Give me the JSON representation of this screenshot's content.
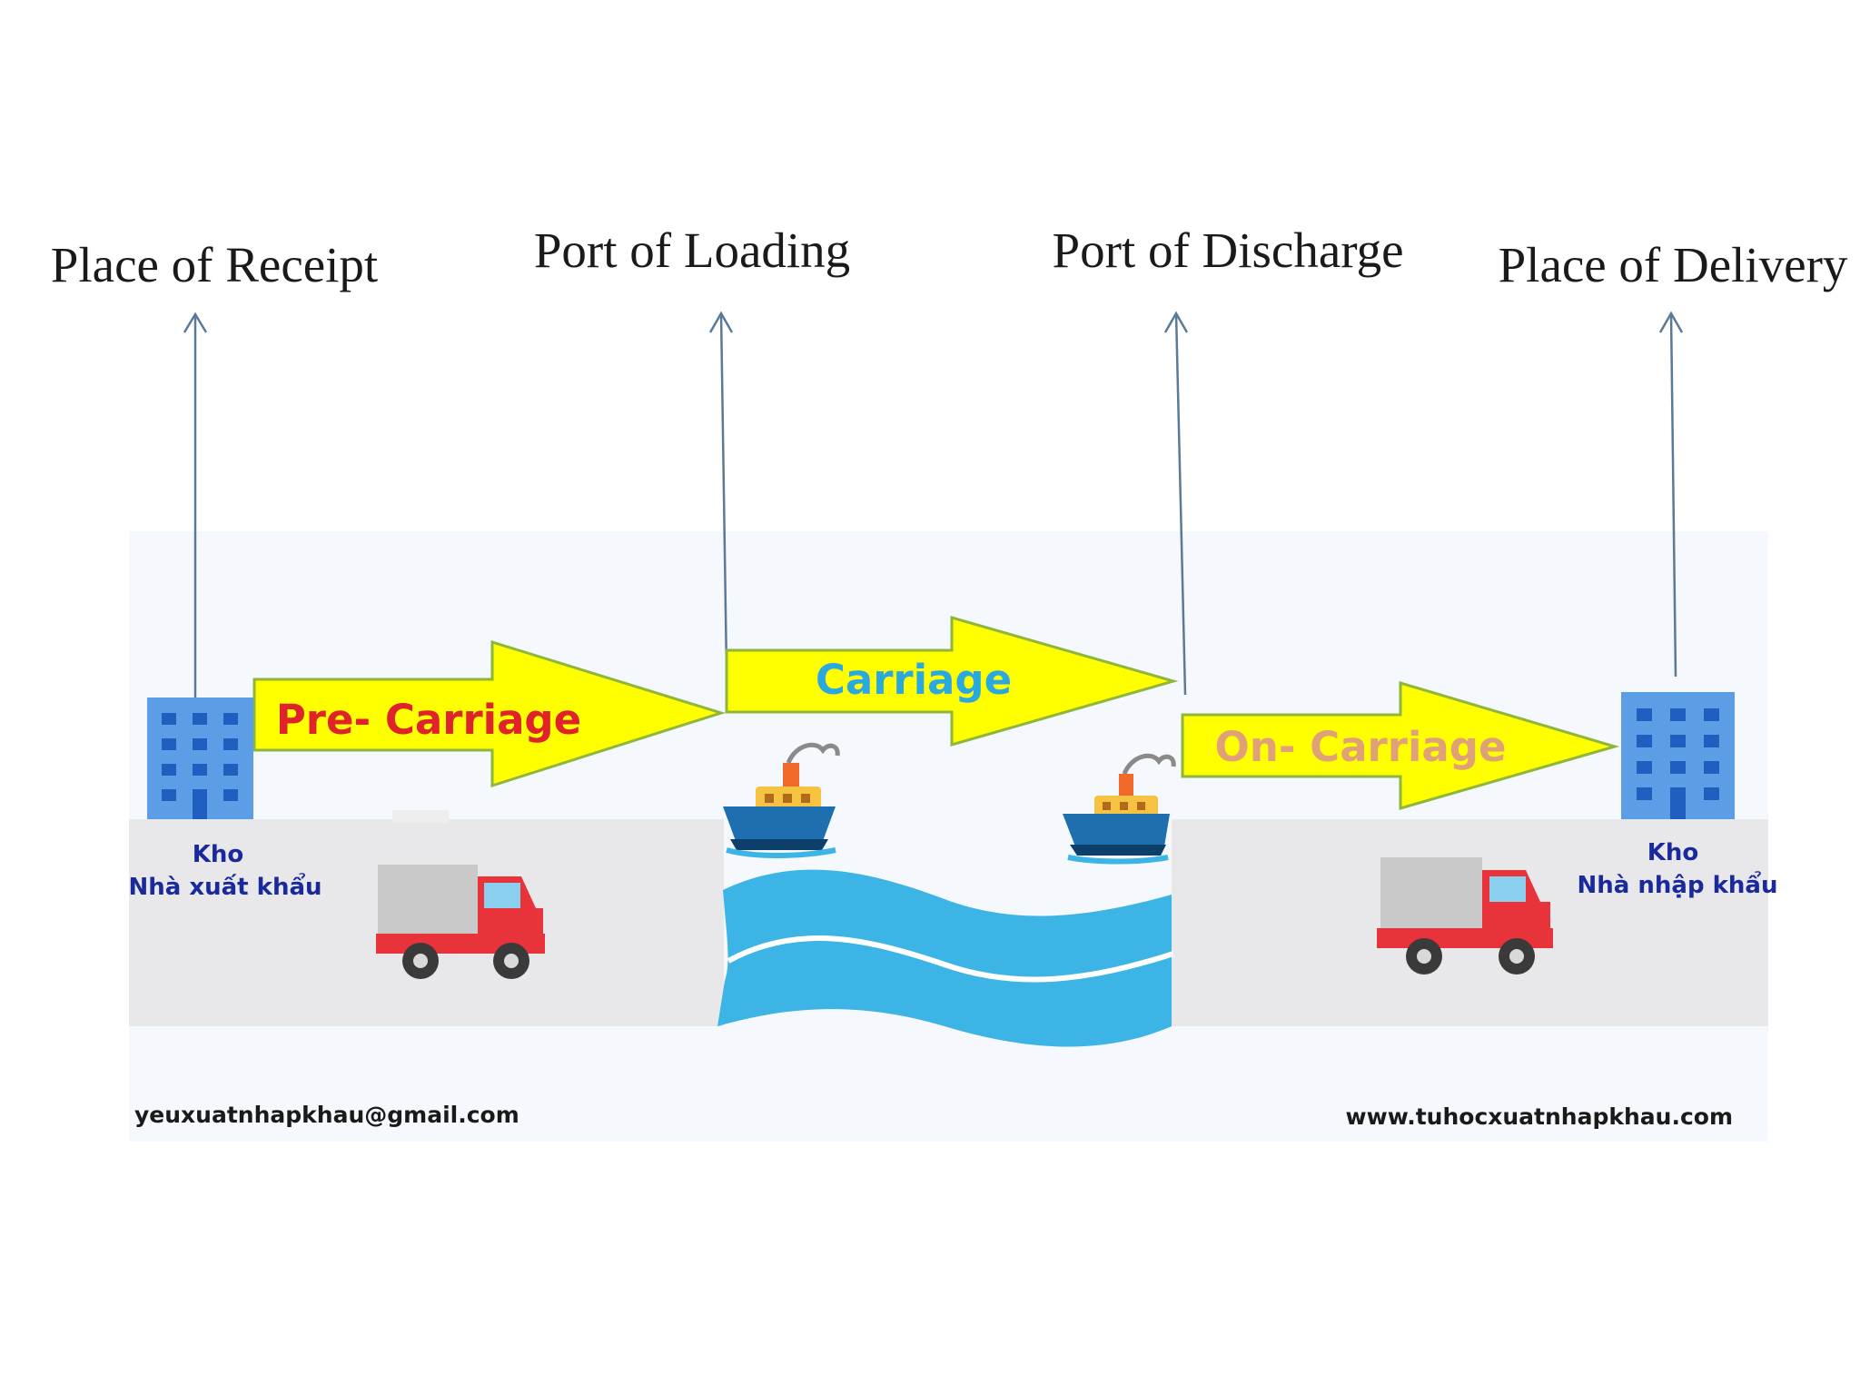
{
  "stages": {
    "place_of_receipt": "Place of Receipt",
    "port_of_loading": "Port of Loading",
    "port_of_discharge": "Port of Discharge",
    "place_of_delivery": "Place of Delivery"
  },
  "legs": {
    "pre_carriage": "Pre- Carriage",
    "carriage": "Carriage",
    "on_carriage": "On- Carriage"
  },
  "warehouses": {
    "exporter": {
      "line1": "Kho",
      "line2": "Nhà xuất khẩu"
    },
    "importer": {
      "line1": "Kho",
      "line2": "Nhà nhập khẩu"
    }
  },
  "footer": {
    "email": "yeuxuatnhapkhau@gmail.com",
    "website": "www.tuhocxuatnhapkhau.com"
  },
  "colors": {
    "arrow_fill": "#ffff00",
    "arrow_stroke": "#8fb63a",
    "pre_carriage_text": "#e0222a",
    "carriage_text": "#2aa9e0",
    "on_carriage_text": "#e0a078",
    "building": "#5b9ee6",
    "water": "#3cb4e6",
    "truck_cab": "#e8333a",
    "ground": "#e8e8ea",
    "panel": "#f5f8fc"
  },
  "icons": [
    "building-icon",
    "truck-icon",
    "ship-icon",
    "water-waves-icon",
    "up-arrow-icon"
  ]
}
